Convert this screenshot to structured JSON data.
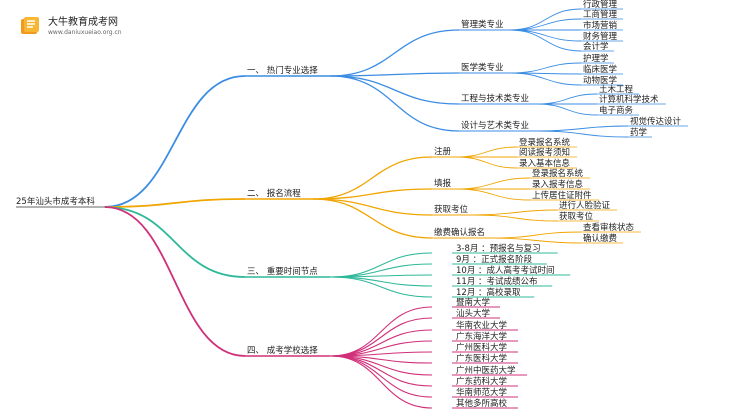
{
  "logo": {
    "name": "大牛教育成考网",
    "url": "www.daniuxueiao.org.cn"
  },
  "colors": {
    "blue": "#3a8de3",
    "orange": "#f0a500",
    "green": "#2fb89a",
    "magenta": "#d0307a",
    "text": "#222222"
  },
  "root": "25年汕头市成考本科",
  "branches": [
    {
      "label": "一、 热门专业选择",
      "color": "blue",
      "children": [
        {
          "label": "管理类专业",
          "children": [
            "行政管理",
            "工商管理",
            "市场营销",
            "财务管理",
            "会计学"
          ]
        },
        {
          "label": "医学类专业",
          "children": [
            "护理学",
            "临床医学",
            "动物医学"
          ]
        },
        {
          "label": "工程与技术类专业",
          "children": [
            "土木工程",
            "计算机科学技术",
            "电子商务"
          ]
        },
        {
          "label": "设计与艺术类专业",
          "children": [
            "视觉传达设计",
            "药学"
          ]
        }
      ]
    },
    {
      "label": "二、 报名流程",
      "color": "orange",
      "children": [
        {
          "label": "注册",
          "children": [
            "登录报名系统",
            "阅读报考须知",
            "录入基本信息"
          ]
        },
        {
          "label": "填报",
          "children": [
            "登录报名系统",
            "录入报考信息",
            "上传居住证附件"
          ]
        },
        {
          "label": "获取考位",
          "children": [
            "进行人脸验证",
            "获取考位"
          ]
        },
        {
          "label": "缴费确认报名",
          "children": [
            "查看审核状态",
            "确认缴费"
          ]
        }
      ]
    },
    {
      "label": "三、 重要时间节点",
      "color": "green",
      "children": [
        {
          "label": "3-8月 ：预报名与复习",
          "children": []
        },
        {
          "label": "9月 ：正式报名阶段",
          "children": []
        },
        {
          "label": "10月 ：成人高考考试时间",
          "children": []
        },
        {
          "label": "11月 ：考试成绩公布",
          "children": []
        },
        {
          "label": "12月 ：高校录取",
          "children": []
        }
      ]
    },
    {
      "label": "四、 成考学校选择",
      "color": "magenta",
      "children": [
        {
          "label": "暨南大学",
          "children": []
        },
        {
          "label": "汕头大学",
          "children": []
        },
        {
          "label": "华南农业大学",
          "children": []
        },
        {
          "label": "广东海洋大学",
          "children": []
        },
        {
          "label": "广州医科大学",
          "children": []
        },
        {
          "label": "广东医科大学",
          "children": []
        },
        {
          "label": "广州中医药大学",
          "children": []
        },
        {
          "label": "广东药科大学",
          "children": []
        },
        {
          "label": "华南师范大学",
          "children": []
        },
        {
          "label": "其他多所高校",
          "children": []
        }
      ]
    }
  ]
}
